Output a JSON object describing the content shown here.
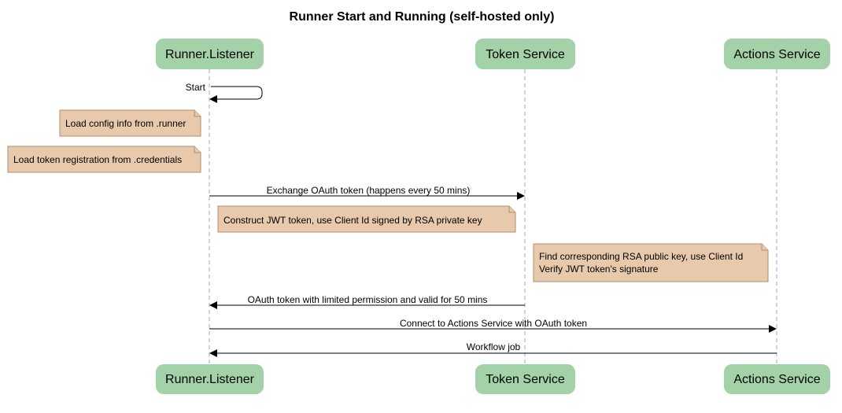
{
  "title": "Runner Start and Running (self-hosted only)",
  "actors": [
    {
      "id": "listener",
      "label": "Runner.Listener"
    },
    {
      "id": "token",
      "label": "Token Service"
    },
    {
      "id": "actions",
      "label": "Actions Service"
    }
  ],
  "messages": [
    {
      "label": "Start",
      "from": "listener",
      "to": "listener"
    },
    {
      "label": "Exchange OAuth token (happens every 50 mins)",
      "from": "listener",
      "to": "token"
    },
    {
      "label": "OAuth token with limited permission and valid for 50 mins",
      "from": "token",
      "to": "listener"
    },
    {
      "label": "Connect to Actions Service with OAuth token",
      "from": "listener",
      "to": "actions"
    },
    {
      "label": "Workflow job",
      "from": "actions",
      "to": "listener"
    }
  ],
  "notes": [
    {
      "lines": [
        "Load config info from .runner"
      ]
    },
    {
      "lines": [
        "Load token registration from .credentials"
      ]
    },
    {
      "lines": [
        "Construct JWT token, use Client Id signed by RSA private key"
      ]
    },
    {
      "lines": [
        "Find corresponding RSA public key, use Client Id",
        "Verify JWT token's signature"
      ]
    }
  ],
  "colors": {
    "actor_fill": "#a3d1a8",
    "note_fill": "#e8c9ab",
    "note_border": "#b08f6f",
    "lifeline": "#aaaaaa"
  }
}
